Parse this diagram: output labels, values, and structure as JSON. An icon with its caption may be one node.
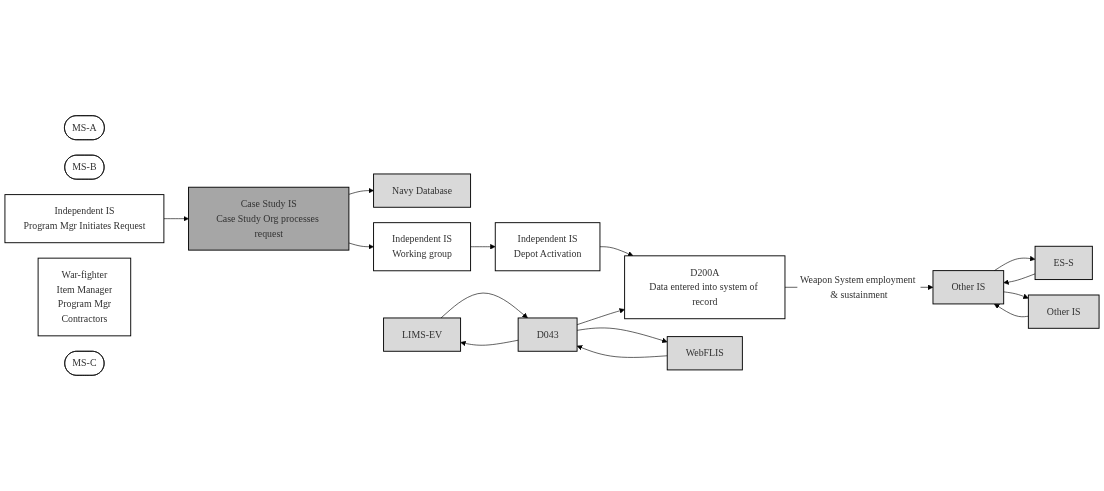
{
  "diagram": {
    "nodes": [
      {
        "text": [
          "MS-A"
        ]
      },
      {
        "text": [
          "Navy Database"
        ]
      },
      {
        "text": [
          "MS-B"
        ]
      },
      {
        "text": [
          "Independent IS",
          "Program Mgr Initiates Request"
        ]
      },
      {
        "text": [
          "Case Study IS",
          "Case Study Org processes request"
        ]
      },
      {
        "text": [
          "Independent IS",
          "Working group"
        ]
      },
      {
        "text": [
          "Independent IS",
          "Depot Activation"
        ]
      },
      {
        "text": [
          "D200A",
          "Data entered into system of record"
        ]
      },
      {
        "text": [
          "War-fighter",
          "Item Manager",
          "Program Mgr",
          "Contractors"
        ]
      },
      {
        "text": [
          "LIMS-EV"
        ]
      },
      {
        "text": [
          "D043"
        ]
      },
      {
        "text": [
          "WebFLIS"
        ]
      },
      {
        "text": [
          "ES-S"
        ]
      },
      {
        "text": [
          "Other IS"
        ]
      },
      {
        "text": [
          "Other IS"
        ]
      },
      {
        "text": [
          "MS-C"
        ]
      }
    ],
    "edges": [
      {
        "from": 3,
        "to": 4,
        "arrow": "to"
      },
      {
        "from": 4,
        "to": 5,
        "arrow": "to"
      },
      {
        "from": 5,
        "to": 6,
        "arrow": "to"
      },
      {
        "from": 6,
        "to": 7,
        "arrow": "to"
      },
      {
        "from": 4,
        "to": 1,
        "arrow": "to"
      },
      {
        "from": 7,
        "to": 13,
        "label": "Weapon System employment & sustainment",
        "arrow": "to"
      },
      {
        "from": 10,
        "to": 7,
        "arrow": "to"
      },
      {
        "from": 9,
        "to": 10,
        "arrow": "to"
      },
      {
        "from": 10,
        "to": 9,
        "arrow": "to"
      },
      {
        "from": 11,
        "to": 10,
        "arrow": "to"
      },
      {
        "from": 10,
        "to": 11,
        "arrow": "to"
      },
      {
        "from": 12,
        "to": 13,
        "arrow": "to"
      },
      {
        "from": 13,
        "to": 12,
        "arrow": "to"
      },
      {
        "from": 14,
        "to": 13,
        "arrow": "to"
      },
      {
        "from": 13,
        "to": 14,
        "arrow": "to"
      }
    ]
  }
}
